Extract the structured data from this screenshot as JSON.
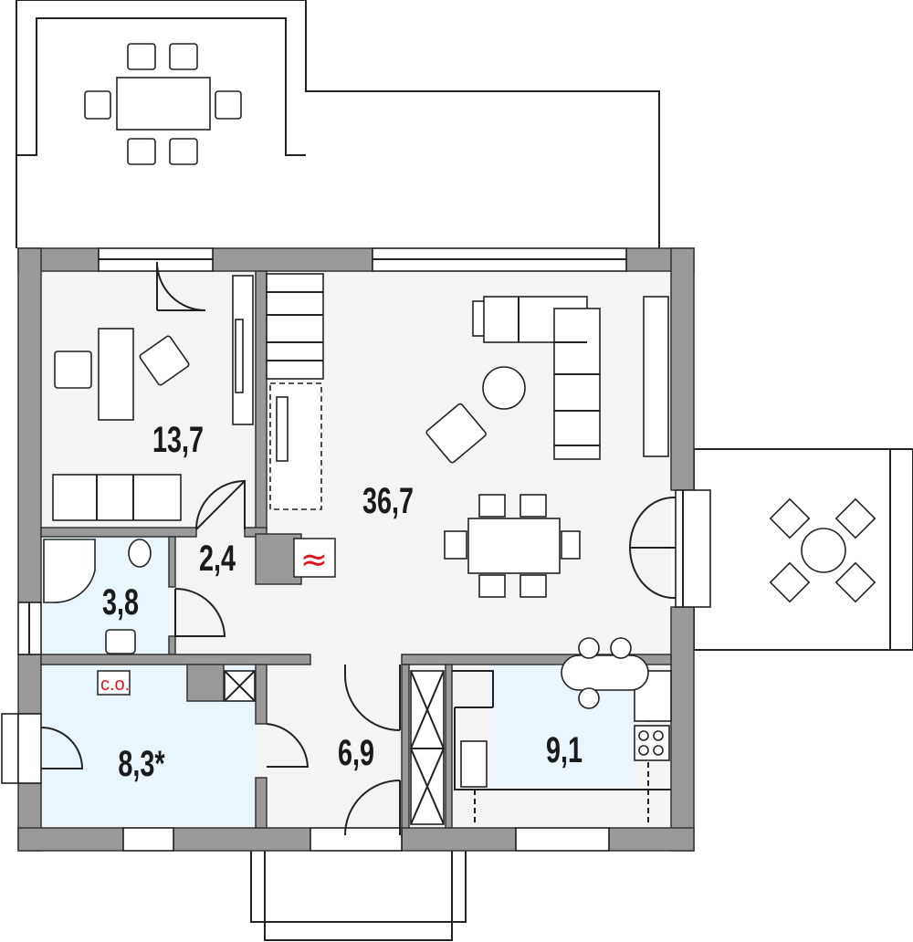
{
  "rooms": {
    "office": {
      "area": "13,7"
    },
    "hall": {
      "area": "2,4"
    },
    "bathroom": {
      "area": "3,8"
    },
    "boiler_room": {
      "area": "8,3*"
    },
    "vestibule": {
      "area": "6,9"
    },
    "kitchen": {
      "area": "9,1"
    },
    "living_room": {
      "area": "36,7"
    }
  },
  "labels": {
    "boiler": "c.o.",
    "fireplace_symbol": "≈"
  },
  "colors": {
    "wall": "#9a9a9a",
    "floor": "#f4f4f4",
    "wet_room": "#eaf6fd",
    "heating_accent": "#e0141e"
  }
}
